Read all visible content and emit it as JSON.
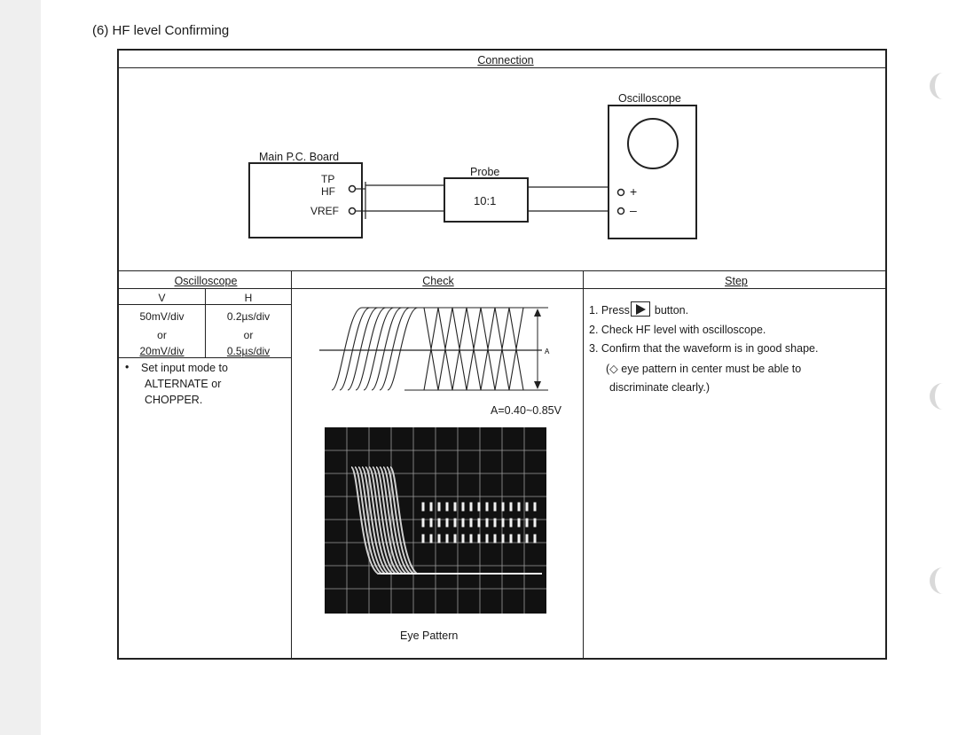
{
  "section_title": "(6)  HF level Confirming",
  "connection": {
    "header": "Connection",
    "board_label": "Main P.C. Board",
    "tp_label": "TP",
    "hf_label": "HF",
    "vref_label": "VREF",
    "probe_label": "Probe",
    "probe_ratio": "10:1",
    "scope_label": "Oscilloscope",
    "plus": "+",
    "minus": "–"
  },
  "oscilloscope_settings": {
    "header": "Oscilloscope",
    "col_v": "V",
    "col_h": "H",
    "v_value_1": "50mV/div",
    "v_or": "or",
    "v_value_2": "20mV/div",
    "h_value_1": "0.2µs/div",
    "h_or": "or",
    "h_value_2": "0.5µs/div",
    "note_bullet": "•",
    "note_line_1": "Set input mode to",
    "note_line_2": "ALTERNATE or",
    "note_line_3": "CHOPPER."
  },
  "check": {
    "header": "Check",
    "amplitude_marker": "A",
    "amplitude_range": "A=0.40~0.85V",
    "photo_caption": "Eye Pattern"
  },
  "step": {
    "header": "Step",
    "s1_num": "1.",
    "s1_pre": "Press",
    "s1_post": "button.",
    "s2": "2.  Check HF level with oscilloscope.",
    "s3": "3.  Confirm that the waveform is in good shape.",
    "s3_note_a": "(",
    "s3_note_b": "eye pattern in center must be able to",
    "s3_note_c": "discriminate clearly.)"
  }
}
